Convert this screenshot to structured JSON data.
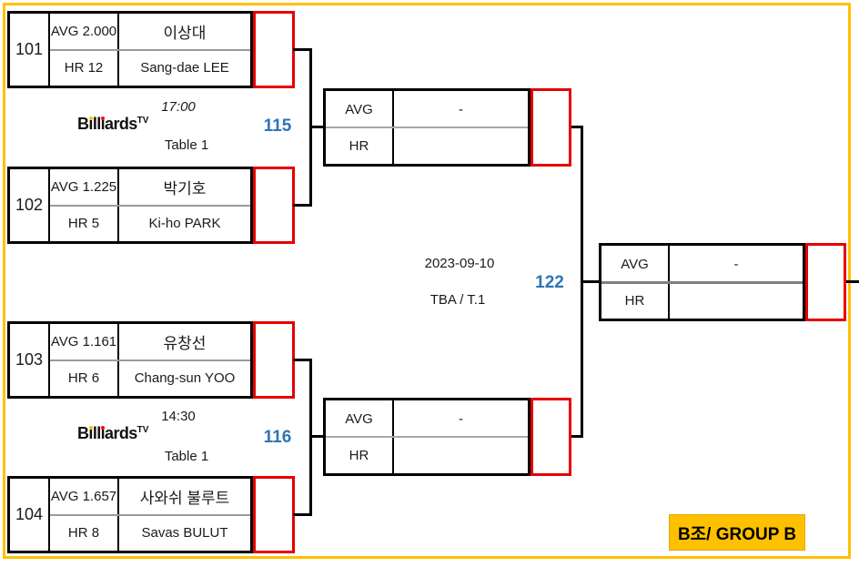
{
  "colors": {
    "border_yellow": "#FFC000",
    "score_red": "#E60000",
    "match_number_blue": "#2E75B6"
  },
  "logo": {
    "p1": "B",
    "i": "ı",
    "p2": "ll",
    "p3": "ards",
    "sup": "TV"
  },
  "matches": [
    {
      "id": "101",
      "avg": "AVG 2.000",
      "hr": "HR 12",
      "name_kr": "이상대",
      "name_en": "Sang-dae LEE"
    },
    {
      "id": "102",
      "avg": "AVG 1.225",
      "hr": "HR 5",
      "name_kr": "박기호",
      "name_en": "Ki-ho PARK"
    },
    {
      "id": "103",
      "avg": "AVG 1.161",
      "hr": "HR 6",
      "name_kr": "유창선",
      "name_en": "Chang-sun YOO"
    },
    {
      "id": "104",
      "avg": "AVG 1.657",
      "hr": "HR 8",
      "name_kr": "사와쉬 불루트",
      "name_en": "Savas BULUT"
    }
  ],
  "sessions": [
    {
      "match_no": "115",
      "time": "17:00",
      "table": "Table 1"
    },
    {
      "match_no": "116",
      "time": "14:30",
      "table": "Table 1"
    }
  ],
  "semifinal_top": {
    "avg_label": "AVG",
    "hr_label": "HR",
    "winner": "-"
  },
  "semifinal_bottom": {
    "avg_label": "AVG",
    "hr_label": "HR",
    "winner": "-"
  },
  "final": {
    "match_no": "122",
    "date": "2023-09-10",
    "schedule": "TBA / T.1",
    "avg_label": "AVG",
    "hr_label": "HR",
    "winner": "-"
  },
  "group_label": "B조/ GROUP B"
}
